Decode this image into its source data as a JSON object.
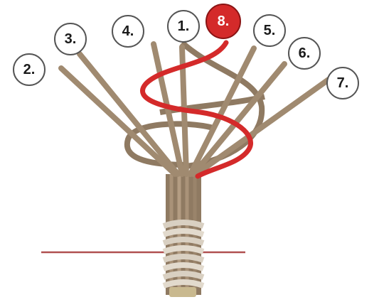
{
  "strand_labels": [
    {
      "text": "1.",
      "fill": "#ffffff",
      "text_color": "#1a1a1a"
    },
    {
      "text": "2.",
      "fill": "#ffffff",
      "text_color": "#1a1a1a"
    },
    {
      "text": "3.",
      "fill": "#ffffff",
      "text_color": "#1a1a1a"
    },
    {
      "text": "4.",
      "fill": "#ffffff",
      "text_color": "#1a1a1a"
    },
    {
      "text": "5.",
      "fill": "#ffffff",
      "text_color": "#1a1a1a"
    },
    {
      "text": "6.",
      "fill": "#ffffff",
      "text_color": "#1a1a1a"
    },
    {
      "text": "7.",
      "fill": "#ffffff",
      "text_color": "#1a1a1a"
    },
    {
      "text": "8.",
      "fill": "#d42a2a",
      "text_color": "#ffffff"
    }
  ],
  "colors": {
    "strand": "#a08a70",
    "strand_dark": "#7d6a55",
    "active_strand": "#d42a2a",
    "guide_line": "#b05050",
    "label_border": "#555555"
  }
}
